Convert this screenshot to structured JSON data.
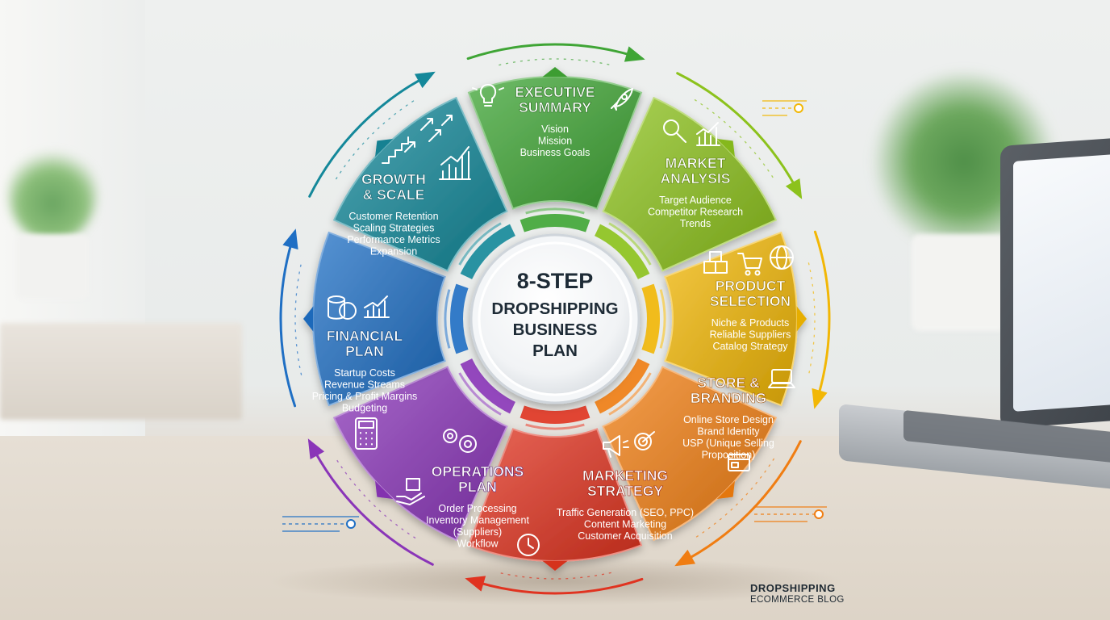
{
  "center": {
    "lines": [
      "8-STEP",
      "DROPSHIPPING",
      "BUSINESS",
      "PLAN"
    ]
  },
  "steps": [
    {
      "title": [
        "EXECUTIVE",
        "SUMMARY"
      ],
      "items": [
        "Vision",
        "Mission",
        "Business Goals"
      ],
      "color": "#3fa535"
    },
    {
      "title": [
        "MARKET",
        "ANALYSIS"
      ],
      "items": [
        "Target Audience",
        "Competitor Research",
        "Trends"
      ],
      "color": "#8cc21c"
    },
    {
      "title": [
        "PRODUCT",
        "SELECTION"
      ],
      "items": [
        "Niche & Products",
        "Reliable Suppliers",
        "Catalog Strategy"
      ],
      "color": "#f2b705"
    },
    {
      "title": [
        "STORE &",
        "BRANDING"
      ],
      "items": [
        "Online Store Design",
        "Brand Identity",
        "USP (Unique Selling",
        "Proposition)"
      ],
      "color": "#f07d12"
    },
    {
      "title": [
        "MARKETING",
        "STRATEGY"
      ],
      "items": [
        "Traffic Generation (SEO, PPC)",
        "Content Marketing",
        "Customer Acquisition"
      ],
      "color": "#e03320"
    },
    {
      "title": [
        "OPERATIONS",
        "PLAN"
      ],
      "items": [
        "Order Processing",
        "Inventory Management",
        "(Suppliers)",
        "Workflow"
      ],
      "color": "#8a35b8"
    },
    {
      "title": [
        "FINANCIAL",
        "PLAN"
      ],
      "items": [
        "Startup Costs",
        "Revenue Streams",
        "Pricing & Profit Margins",
        "Budgeting"
      ],
      "color": "#1f6fc4"
    },
    {
      "title": [
        "GROWTH",
        "& SCALE"
      ],
      "items": [
        "Customer Retention",
        "Scaling Strategies",
        "Performance Metrics",
        "Expansion"
      ],
      "color": "#14889a"
    }
  ],
  "icons": [
    "lightbulb-icon",
    "rocket-icon",
    "magnifier-icon",
    "bar-chart-icon",
    "boxes-icon",
    "cart-icon",
    "globe-icon",
    "laptop-icon",
    "browser-icon",
    "megaphone-icon",
    "target-icon",
    "gears-icon",
    "hand-box-icon",
    "clock-icon",
    "coins-icon",
    "calculator-icon",
    "stairs-icon",
    "growth-arrows-icon"
  ],
  "branding": {
    "line1": "DROPSHIPPING",
    "line2": "ECOMMERCE BLOG"
  }
}
